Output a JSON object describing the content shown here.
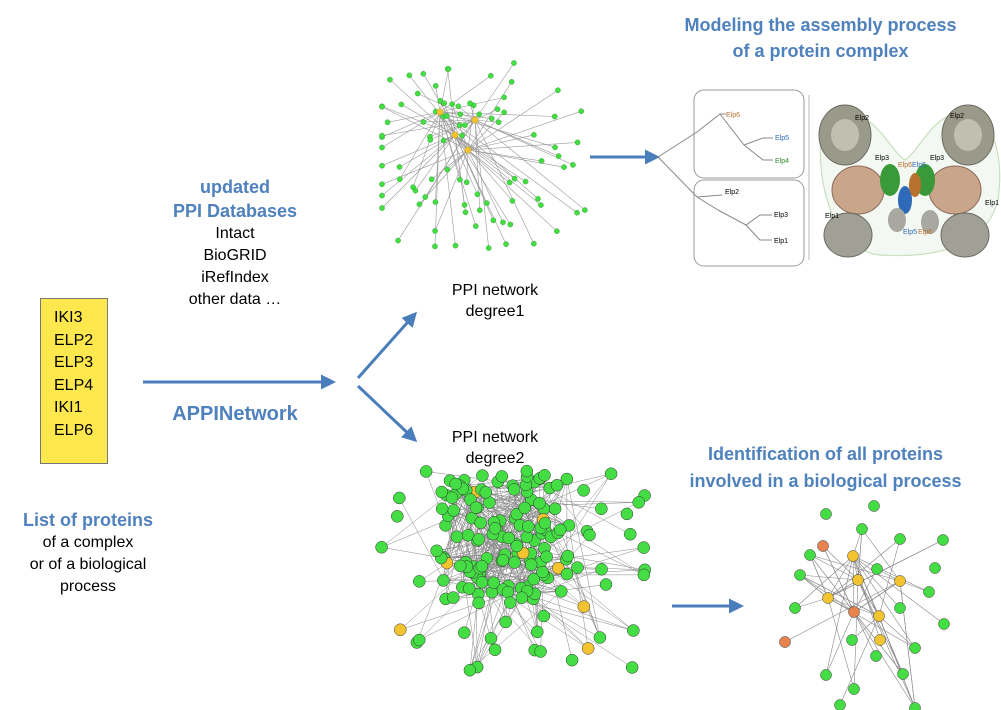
{
  "protein_list": [
    "IKI3",
    "ELP2",
    "ELP3",
    "ELP4",
    "IKI1",
    "ELP6"
  ],
  "list_caption": {
    "title": "List of proteins",
    "lines": [
      "of a complex",
      "or of a biological",
      "process"
    ]
  },
  "databases": {
    "title_line1": "updated",
    "title_line2": "PPI Databases",
    "items": [
      "Intact",
      "BioGRID",
      "iRefIndex",
      "other data …"
    ]
  },
  "tool_name": "APPINetwork",
  "network1": {
    "line1": "PPI network",
    "line2": "degree1"
  },
  "network2": {
    "line1": "PPI network",
    "line2": "degree2"
  },
  "assembly": {
    "line1": "Modeling the assembly process",
    "line2": "of a protein complex"
  },
  "identification": {
    "line1": "Identification of all proteins",
    "line2": "involved in a biological process"
  },
  "tree_top": [
    "Elp6",
    "Elp5",
    "Elp4"
  ],
  "tree_bottom": [
    "Elp2",
    "Elp3",
    "Elp1"
  ],
  "structure_labels": [
    "Elp2",
    "Elp2",
    "Elp3",
    "Elp6",
    "Elp3",
    "Elp1",
    "Elp5",
    "Elp6",
    "Elp5",
    "Elp1"
  ],
  "colors": {
    "accent_blue": "#4f81bd",
    "arrow_blue": "#4a7ebb",
    "box_yellow": "#ffe84d",
    "node_green": "#44dd44",
    "node_yellow": "#f4c430",
    "node_orange": "#e8834e",
    "elp6_color": "#b8702e",
    "elp5_color": "#2e6ab8",
    "elp4_color": "#2e8b2e"
  }
}
